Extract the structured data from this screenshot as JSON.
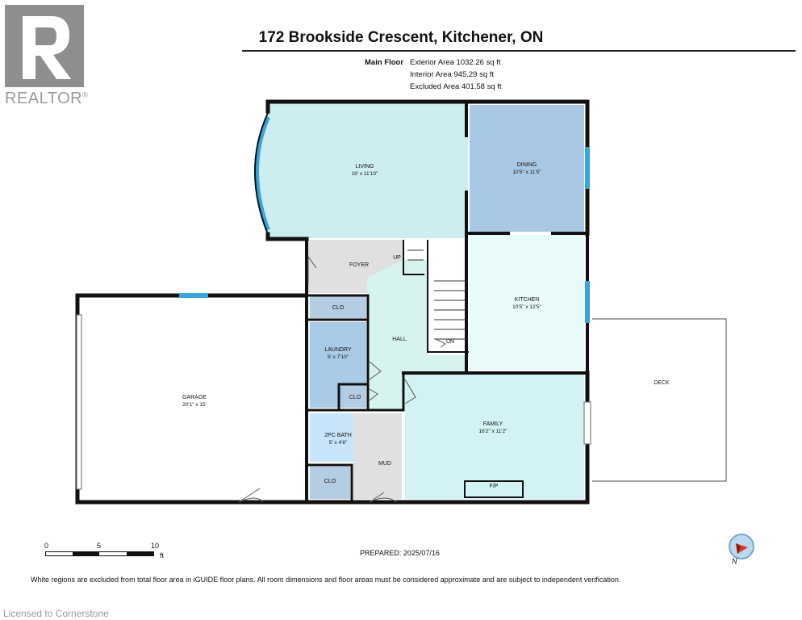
{
  "logo": {
    "text": "REALTOR",
    "mark": "®"
  },
  "title": "172 Brookside Crescent, Kitchener, ON",
  "areas": {
    "floor_label": "Main Floor",
    "exterior": "Exterior Area 1032.26 sq ft",
    "interior": "Interior Area 945.29 sq ft",
    "excluded": "Excluded Area 401.58 sq ft"
  },
  "rooms": {
    "living": {
      "name": "LIVING",
      "dim": "19' x 11'10\""
    },
    "dining": {
      "name": "DINING",
      "dim": "10'5\" x 11'5\""
    },
    "kitchen": {
      "name": "KITCHEN",
      "dim": "10'5\" x 12'5\""
    },
    "family": {
      "name": "FAMILY",
      "dim": "16'2\" x 11'2\""
    },
    "garage": {
      "name": "GARAGE",
      "dim": "20'1\" x 15'"
    },
    "laundry": {
      "name": "LAUNDRY",
      "dim": "5' x 7'10\""
    },
    "bath": {
      "name": "2PC BATH",
      "dim": "5' x 4'6\""
    },
    "foyer": "FOYER",
    "hall": "HALL",
    "mud": "MUD",
    "deck": "DECK",
    "clo": "CLO",
    "up": "UP",
    "dn": "DN",
    "fp": "F/P"
  },
  "scale": {
    "zero": "0",
    "five": "5",
    "ten": "10",
    "unit": "ft"
  },
  "compass_label": "N",
  "prepared": "PREPARED:  2025/07/16",
  "disclaimer": "White regions are excluded from total floor area in iGUIDE floor plans. All room dimensions and floor areas must be considered approximate and are subject to independent verification.",
  "licensed": "Licensed to Cornerstone",
  "colors": {
    "living": "#cdeef0",
    "dining": "#a9c8e4",
    "kitchen": "#e9fbf8",
    "family": "#d2f2f3",
    "laundry": "#aacbe6",
    "bath": "#c7e4fb",
    "clo": "#b4cde3",
    "hall": "#d7f3ee",
    "foyer": "#e0e0e0",
    "window": "#39a4db",
    "wall": "#111111"
  }
}
